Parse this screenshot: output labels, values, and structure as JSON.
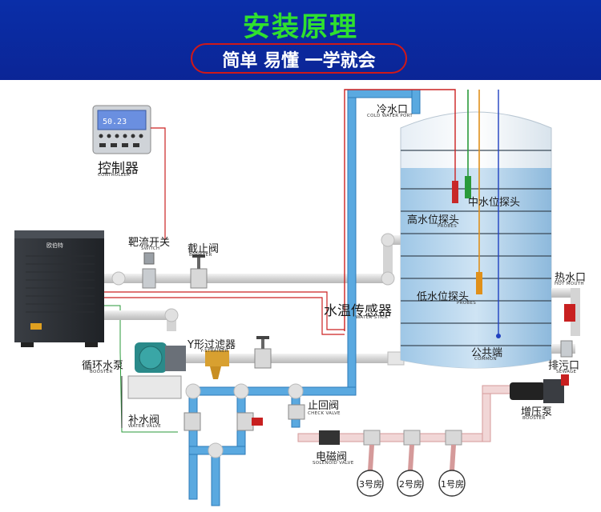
{
  "header": {
    "title": "安装原理",
    "subtitle": "简单 易懂 一学就会"
  },
  "controller": {
    "display": "50.23",
    "label_cn": "控制器",
    "label_en": "CONTROLLER"
  },
  "unit": {
    "brand": "欧伯特"
  },
  "labels": {
    "flow_switch": {
      "cn": "靶流开关",
      "en": "SWITCH"
    },
    "stop_valve": {
      "cn": "截止阀",
      "en": "BOOSTER"
    },
    "circ_pump": {
      "cn": "循环水泵",
      "en": "BOOSTER"
    },
    "y_strainer": {
      "cn": "Y形过滤器",
      "en": "Y-STRAINER"
    },
    "makeup_valve": {
      "cn": "补水阀",
      "en": "WATER VALVE"
    },
    "check_valve": {
      "cn": "止回阀",
      "en": "CHECK VALVE"
    },
    "solenoid_valve": {
      "cn": "电磁阀",
      "en": "SOLENOID VALVE"
    },
    "cold_inlet": {
      "cn": "冷水口",
      "en": "COLD WATER PORT"
    },
    "high_probe": {
      "cn": "高水位探头",
      "en": "PROBES"
    },
    "mid_probe": {
      "cn": "中水位探头"
    },
    "low_probe": {
      "cn": "低水位探头",
      "en": "PROBES"
    },
    "temp_sensor": {
      "cn": "水温传感器",
      "en": "WATER STICK"
    },
    "common": {
      "cn": "公共端",
      "en": "COMMON"
    },
    "hot_outlet": {
      "cn": "热水口",
      "en": "HOT MOUTH"
    },
    "drain": {
      "cn": "排污口",
      "en": "SEWAGE"
    },
    "booster_pump": {
      "cn": "增压泵",
      "en": "BOOSTER"
    }
  },
  "rooms": [
    "3号房",
    "2号房",
    "1号房"
  ],
  "colors": {
    "banner": "#0b2596",
    "title": "#2fe02f",
    "pipe": "#dcdcdc",
    "cold_pipe": "#5aa9e0",
    "wire_red": "#cc2222",
    "wire_green": "#2a9a3a",
    "wire_orange": "#e0901a",
    "wire_blue": "#2040c0"
  }
}
